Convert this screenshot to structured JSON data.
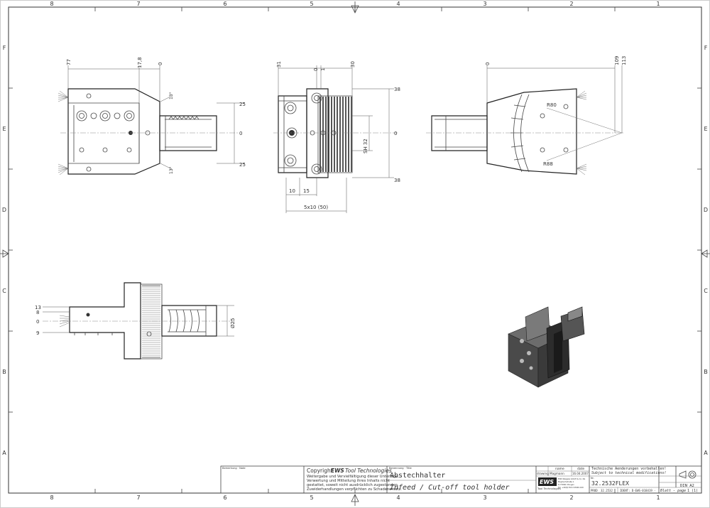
{
  "sheet": {
    "zones_cols": [
      "8",
      "7",
      "6",
      "5",
      "4",
      "3",
      "2",
      "1"
    ],
    "zones_rows": [
      "F",
      "E",
      "D",
      "C",
      "B",
      "A"
    ]
  },
  "view_front": {
    "dims": {
      "d77": "77",
      "d178": "17,8",
      "d0": "0",
      "d25a": "25",
      "d0b": "0",
      "d25b": "25",
      "ang1": "13°",
      "ang2": "13°"
    }
  },
  "view_side": {
    "dims": {
      "d31": "31",
      "d0": "0",
      "d1": "1",
      "d30": "30",
      "d38a": "38",
      "d0b": "0",
      "d38b": "38",
      "sh32": "SH 32",
      "d10": "10",
      "d15": "15",
      "d5x10": "5x10 (50)"
    }
  },
  "view_back": {
    "dims": {
      "d0": "0",
      "d109": "109",
      "d113": "113",
      "r80": "R80",
      "r88": "R88"
    }
  },
  "view_top": {
    "dims": {
      "d13": "13",
      "d8": "8",
      "d0": "0",
      "d9": "9",
      "dia25": "Ø25"
    }
  },
  "title_block": {
    "remark_label": "Bemerkung · Note",
    "copyright_title_prefix": "Copyright",
    "copyright_brand": "EWS",
    "copyright_brand_suffix": "Tool Technologies",
    "copyright_text": [
      "Weitergabe und Vervielfältigung dieser Unterlage,",
      "Verwertung und Mitteilung ihres Inhalts nicht",
      "gestattet, soweit nicht ausdrücklich zugestanden.",
      "Zuwiderhandlungen verpflichten zu Schadenersatz."
    ],
    "title_label": "Benennung · Title",
    "title_de": "Abstechhalter",
    "title_en": "Infeed / Cut-off tool holder",
    "col_name": "name",
    "col_date": "date",
    "row_drawing": "drawing",
    "drawer_name": "Magmann",
    "drawer_date": "16.04.2007",
    "logo": "EWS",
    "logo_sub": "Tool Technologies",
    "company_line1": "EWS Weigele GmbH & Co. KG",
    "company_line2": "Maybachstraße 1",
    "company_line3": "D-73066 Uhingen",
    "company_line4": "Tel. +49(0)7161 93040-100",
    "note_de": "Technische Aenderungen vorbehalten!",
    "note_en": "Subject to technical modifications!",
    "part_label": "Nr.",
    "part_number": "32.2532FLEX",
    "format": "DIN A2",
    "prod_label": "PROD",
    "prod_value": "32.2532",
    "ident": "IDENT: D-EWS-018419 -",
    "sheet_label": "Blatt - page",
    "sheet_value": "1 (1)"
  }
}
